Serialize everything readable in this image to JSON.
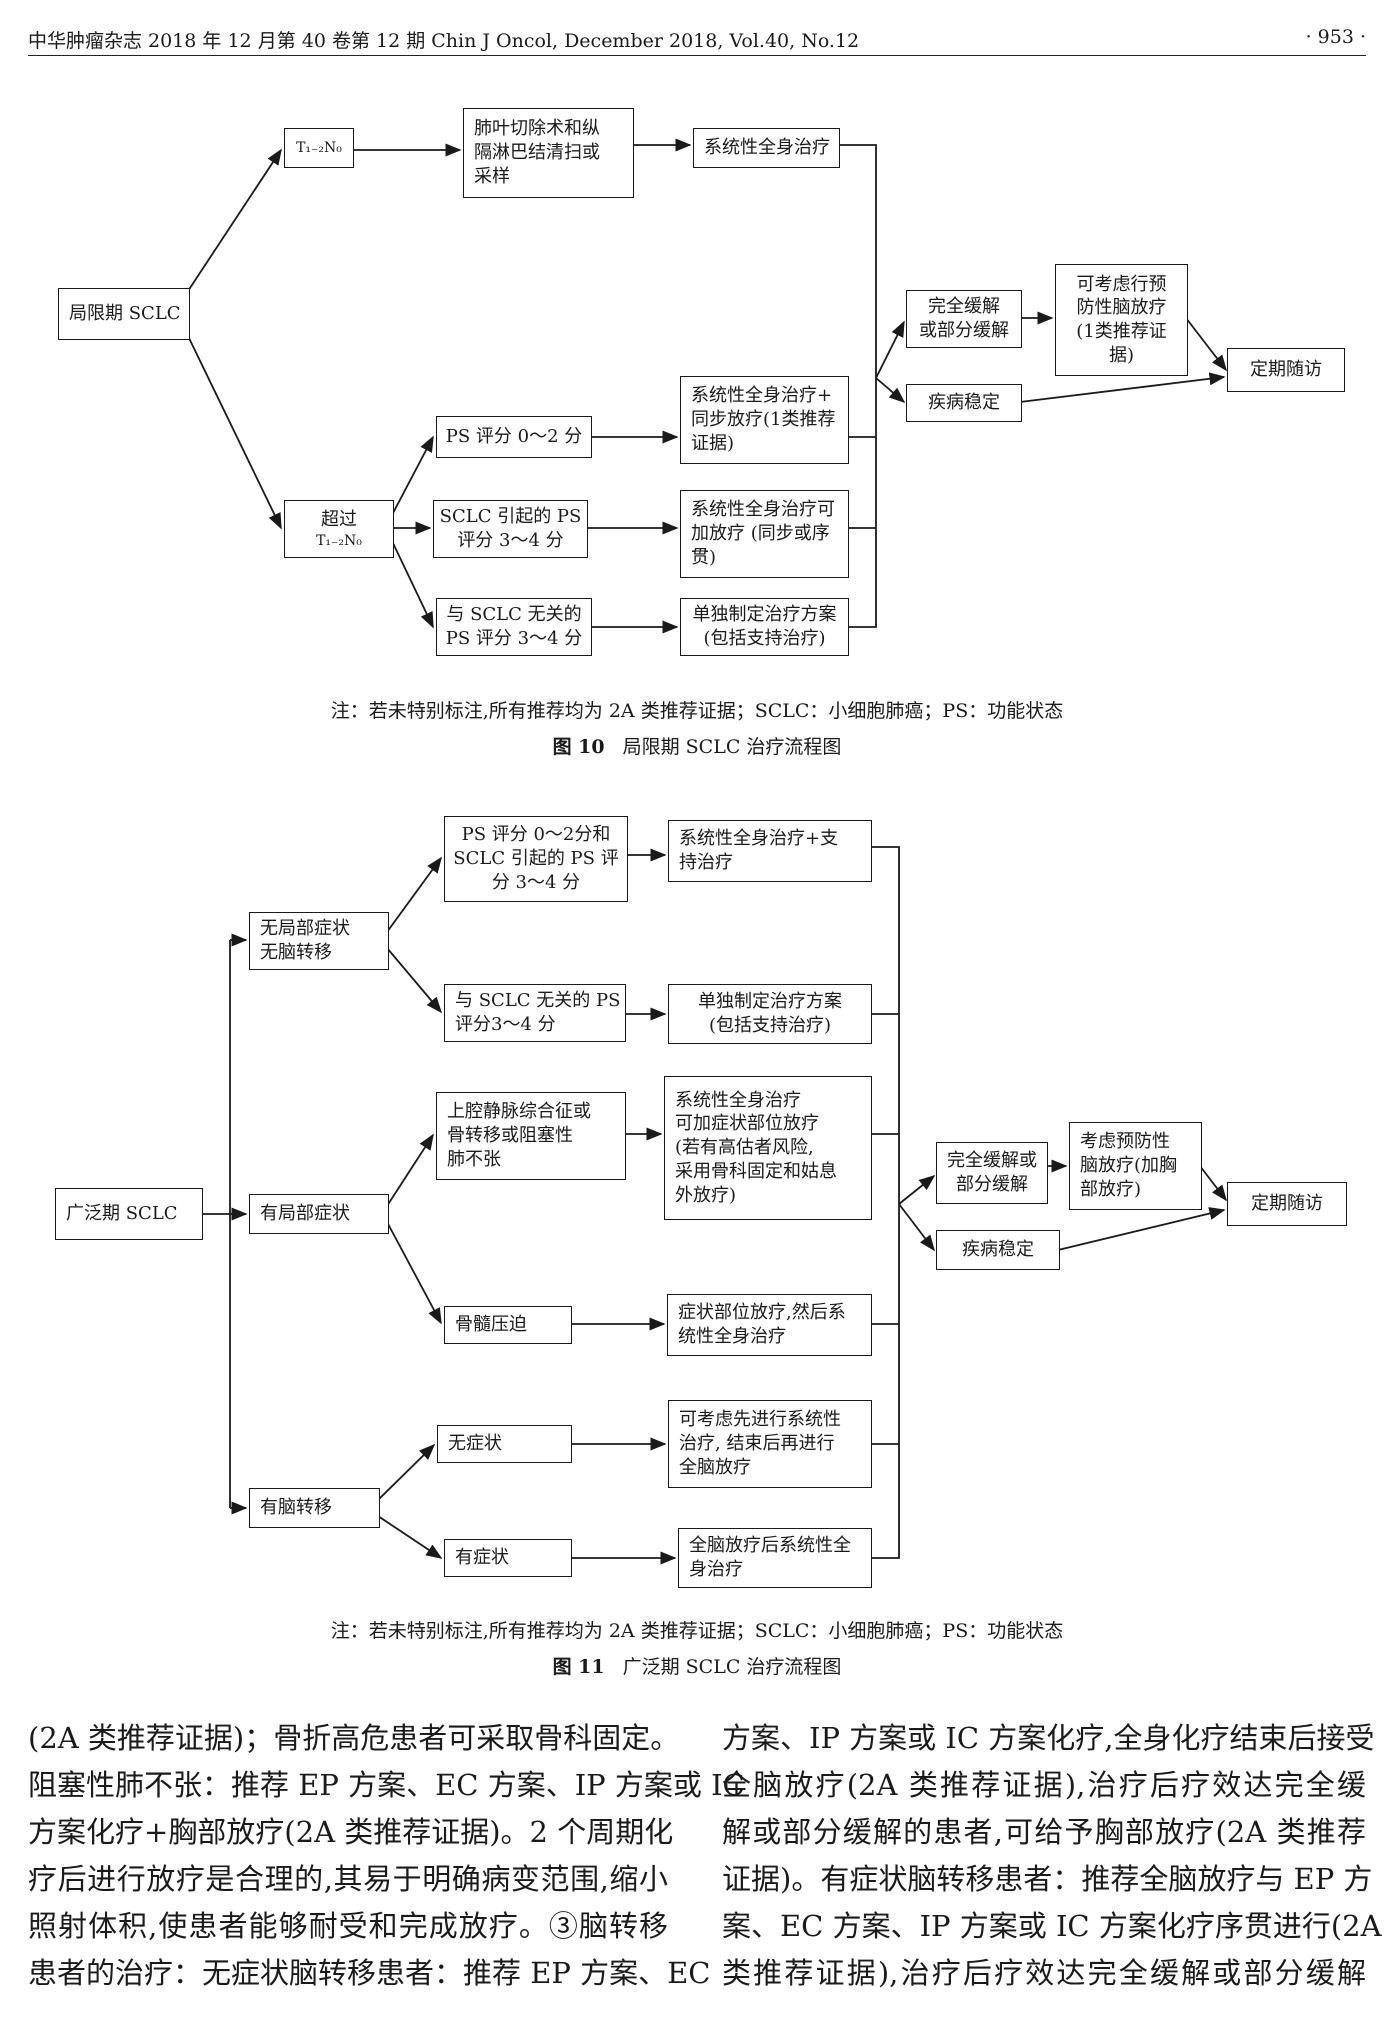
{
  "header": {
    "journal": "中华肿瘤杂志 2018 年 12 月第 40 卷第 12 期   Chin J Oncol, December 2018, Vol.40, No.12",
    "page_number": "· 953 ·"
  },
  "figure10": {
    "nodes": {
      "limited": [
        "局限期 SCLC"
      ],
      "t12n0": [
        "T₁₋₂N₀"
      ],
      "beyond": [
        "超过",
        "T₁₋₂N₀"
      ],
      "resection": [
        "肺叶切除术和纵",
        "隔淋巴结清扫或",
        "采样"
      ],
      "systemic1": [
        "系统性全身治疗"
      ],
      "ps02": [
        "PS 评分 0～2 分"
      ],
      "ps34_sclc": [
        "SCLC 引起的 PS",
        "评分 3～4 分"
      ],
      "ps34_unrelated": [
        "与 SCLC 无关的",
        "PS 评分 3～4 分"
      ],
      "chemo_rt": [
        "系统性全身治疗+",
        "同步放疗(1类推荐",
        "证据)"
      ],
      "chemo_opt_rt": [
        "系统性全身治疗可",
        "加放疗 (同步或序",
        "贯)"
      ],
      "individual": [
        "单独制定治疗方案",
        "(包括支持治疗)"
      ],
      "response": [
        "完全缓解",
        "或部分缓解"
      ],
      "stable": [
        "疾病稳定"
      ],
      "pci": [
        "可考虑行预",
        "防性脑放疗",
        "(1类推荐证",
        "据)"
      ],
      "followup": [
        "定期随访"
      ]
    },
    "note": "注：若未特别标注,所有推荐均为 2A 类推荐证据；SCLC：小细胞肺癌；PS：功能状态",
    "caption_num": "图 10",
    "caption_text": "局限期 SCLC 治疗流程图"
  },
  "figure11": {
    "nodes": {
      "extensive": [
        "广泛期 SCLC"
      ],
      "no_local": [
        "无局部症状",
        "无脑转移"
      ],
      "local": [
        "有局部症状"
      ],
      "brain": [
        "有脑转移"
      ],
      "ps02_sclc": [
        "PS 评分 0～2分和",
        "SCLC 引起的 PS 评",
        "分 3～4 分"
      ],
      "ps_unrelated": [
        "与 SCLC 无关的 PS",
        "评分3～4 分"
      ],
      "svc": [
        "上腔静脉综合征或",
        "骨转移或阻塞性",
        "肺不张"
      ],
      "cord": [
        "骨髓压迫"
      ],
      "asymptomatic": [
        "无症状"
      ],
      "symptomatic": [
        "有症状"
      ],
      "chemo_support": [
        "系统性全身治疗+支",
        "持治疗"
      ],
      "individual": [
        "单独制定治疗方案",
        "(包括支持治疗)"
      ],
      "chemo_local_rt": [
        "系统性全身治疗",
        "可加症状部位放疗",
        "(若有高估者风险,",
        "采用骨科固定和姑息",
        "外放疗)"
      ],
      "site_rt": [
        "症状部位放疗,然后系",
        "统性全身治疗"
      ],
      "chemo_first": [
        "可考虑先进行系统性",
        "治疗, 结束后再进行",
        "全脑放疗"
      ],
      "wbrt_first": [
        "全脑放疗后系统性全",
        "身治疗"
      ],
      "response": [
        "完全缓解或",
        "部分缓解"
      ],
      "stable": [
        "疾病稳定"
      ],
      "pci": [
        "考虑预防性",
        "脑放疗(加胸",
        "部放疗)"
      ],
      "followup": [
        "定期随访"
      ]
    },
    "note": "注：若未特别标注,所有推荐均为 2A 类推荐证据；SCLC：小细胞肺癌；PS：功能状态",
    "caption_num": "图 11",
    "caption_text": "广泛期 SCLC 治疗流程图"
  },
  "body_text": {
    "col1": [
      "(2A 类推荐证据)；骨折高危患者可采取骨科固定。",
      "阻塞性肺不张：推荐 EP 方案、EC 方案、IP 方案或 IC",
      "方案化疗+胸部放疗(2A 类推荐证据)。2 个周期化",
      "疗后进行放疗是合理的,其易于明确病变范围,缩小",
      "照射体积,使患者能够耐受和完成放疗。③脑转移",
      "患者的治疗：无症状脑转移患者：推荐 EP 方案、EC"
    ],
    "col2": [
      "方案、IP 方案或 IC 方案化疗,全身化疗结束后接受",
      "全脑放疗(2A 类推荐证据),治疗后疗效达完全缓",
      "解或部分缓解的患者,可给予胸部放疗(2A 类推荐",
      "证据)。有症状脑转移患者：推荐全脑放疗与 EP 方",
      "案、EC 方案、IP 方案或 IC 方案化疗序贯进行(2A",
      "类推荐证据),治疗后疗效达完全缓解或部分缓解"
    ]
  }
}
